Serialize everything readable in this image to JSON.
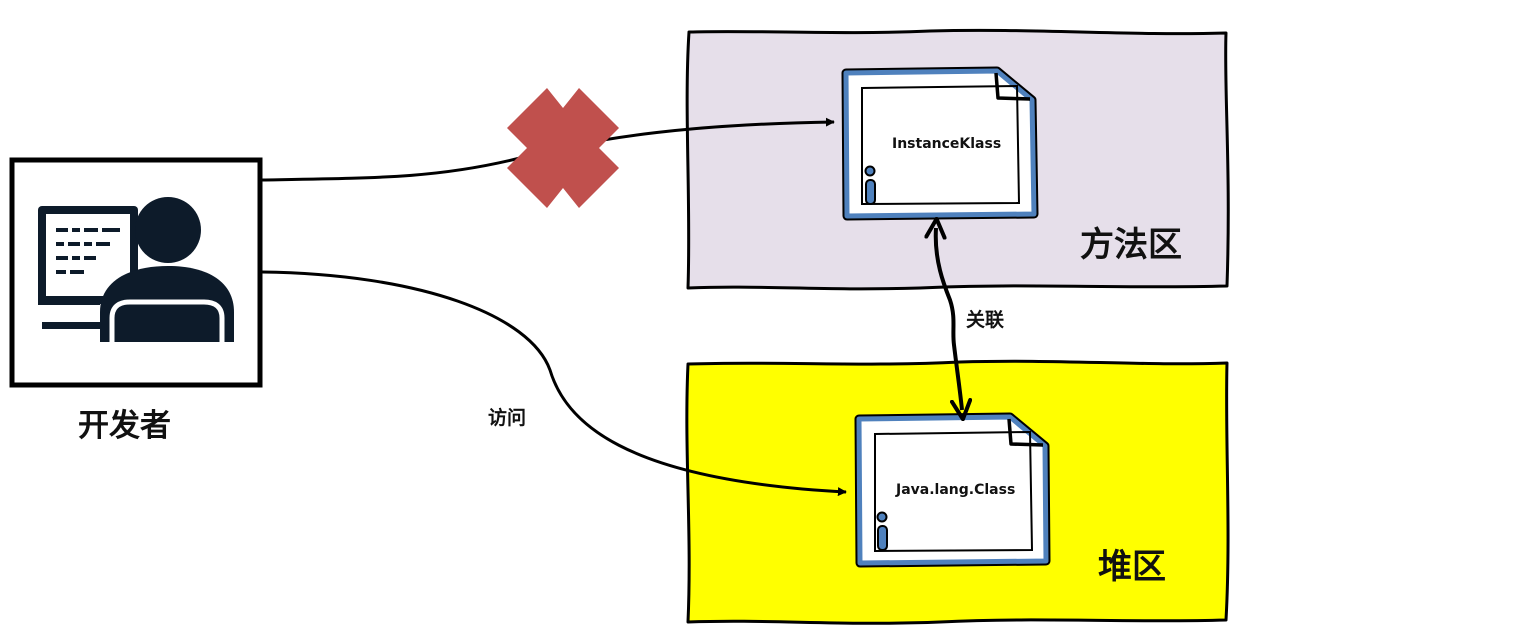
{
  "developer": {
    "label": "开发者",
    "icon": "developer-at-computer-icon"
  },
  "method_area": {
    "label": "方法区",
    "color": "#e6dfea",
    "document": {
      "label": "InstanceKlass",
      "icon": "document-info-icon"
    }
  },
  "heap": {
    "label": "堆区",
    "color": "#ffff00",
    "document": {
      "label": "Java.lang.Class",
      "icon": "document-info-icon"
    }
  },
  "edges": {
    "direct_access": {
      "status": "blocked",
      "marker": "cross-icon",
      "marker_color": "#c0504d"
    },
    "access": {
      "label": "访问"
    },
    "association": {
      "label": "关联"
    }
  },
  "colors": {
    "document_border": "#4f81bd",
    "document_fill": "#ffffff",
    "stroke": "#000000"
  }
}
